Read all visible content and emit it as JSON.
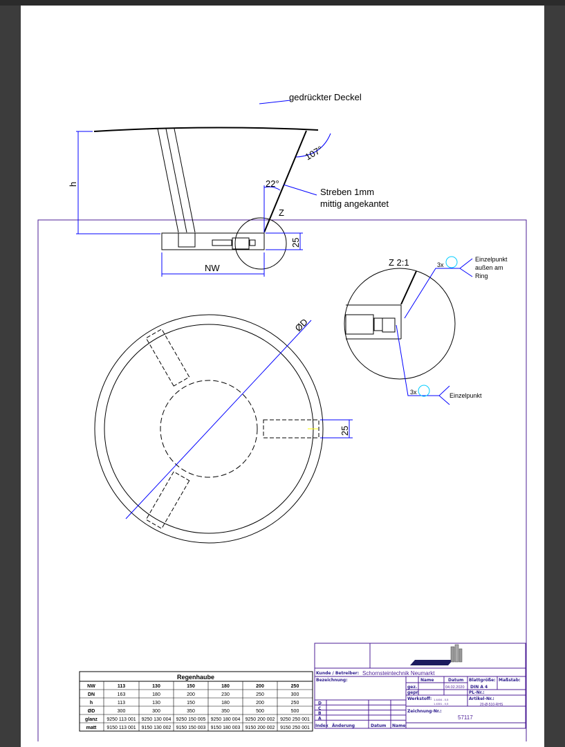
{
  "drawing": {
    "cover_label": "gedrückter Deckel",
    "angle_top": "107°",
    "angle_strut": "22°",
    "strut_note_line1": "Streben 1mm",
    "strut_note_line2": "mittig angekantet",
    "detail_marker": "Z",
    "dim_h": "h",
    "dim_nw": "NW",
    "dim_25_side": "25",
    "dim_25_plan": "25",
    "dim_d": "ØD",
    "detail_title": "Z 2:1",
    "weld1_count": "3x",
    "weld1_line1": "Einzelpunkt",
    "weld1_line2": "außen am",
    "weld1_line3": "Ring",
    "weld2_count": "3x",
    "weld2_label": "Einzelpunkt"
  },
  "table": {
    "title": "Regenhaube",
    "rows": [
      {
        "label": "NW",
        "cells": [
          "113",
          "130",
          "150",
          "180",
          "200",
          "250"
        ]
      },
      {
        "label": "DN",
        "cells": [
          "163",
          "180",
          "200",
          "230",
          "250",
          "300"
        ]
      },
      {
        "label": "h",
        "cells": [
          "113",
          "130",
          "150",
          "180",
          "200",
          "250"
        ]
      },
      {
        "label": "ØD",
        "cells": [
          "300",
          "300",
          "350",
          "350",
          "500",
          "500"
        ]
      },
      {
        "label": "glanz",
        "cells": [
          "9250 113 001",
          "9250 130 004",
          "9250 150 005",
          "9250 180 004",
          "9250 200 002",
          "9250 250 001"
        ]
      },
      {
        "label": "matt",
        "cells": [
          "9150 113 001",
          "9150 130 002",
          "9150 150 003",
          "9150 180 003",
          "9150 200 002",
          "9150 250 001"
        ]
      }
    ]
  },
  "title_block": {
    "kunde_label": "Kunde / Betreiber:",
    "kunde_value": "Schornsteintechnik Neumarkt",
    "bezeichnung_label": "Bezeichnung:",
    "name_header": "Name",
    "datum_header": "Datum",
    "blatt_label": "Blattgröße:",
    "blatt_value": "DIN A 4",
    "massstab_label": "Maßstab:",
    "gez_label": "gez.",
    "gez_date": "04.02.2020",
    "gepr_label": "gepr.",
    "pl_label": "PL-Nr.:",
    "werkstoff_label": "Werkstoff:",
    "werkstoff_1": "1.4404 - 0,5",
    "werkstoff_2": "1.4301 - 0,5",
    "artikel_label": "Artikel-Nr.:",
    "artikel_value": "20-Ø-510-RHS",
    "zeichnung_label": "Zeichnung-Nr.:",
    "zeichnung_value": "57117",
    "revisions": [
      "D",
      "C",
      "B",
      "A"
    ],
    "index_label": "Index",
    "aenderung_label": "Änderung",
    "rev_datum_label": "Datum",
    "rev_name_label": "Name"
  }
}
